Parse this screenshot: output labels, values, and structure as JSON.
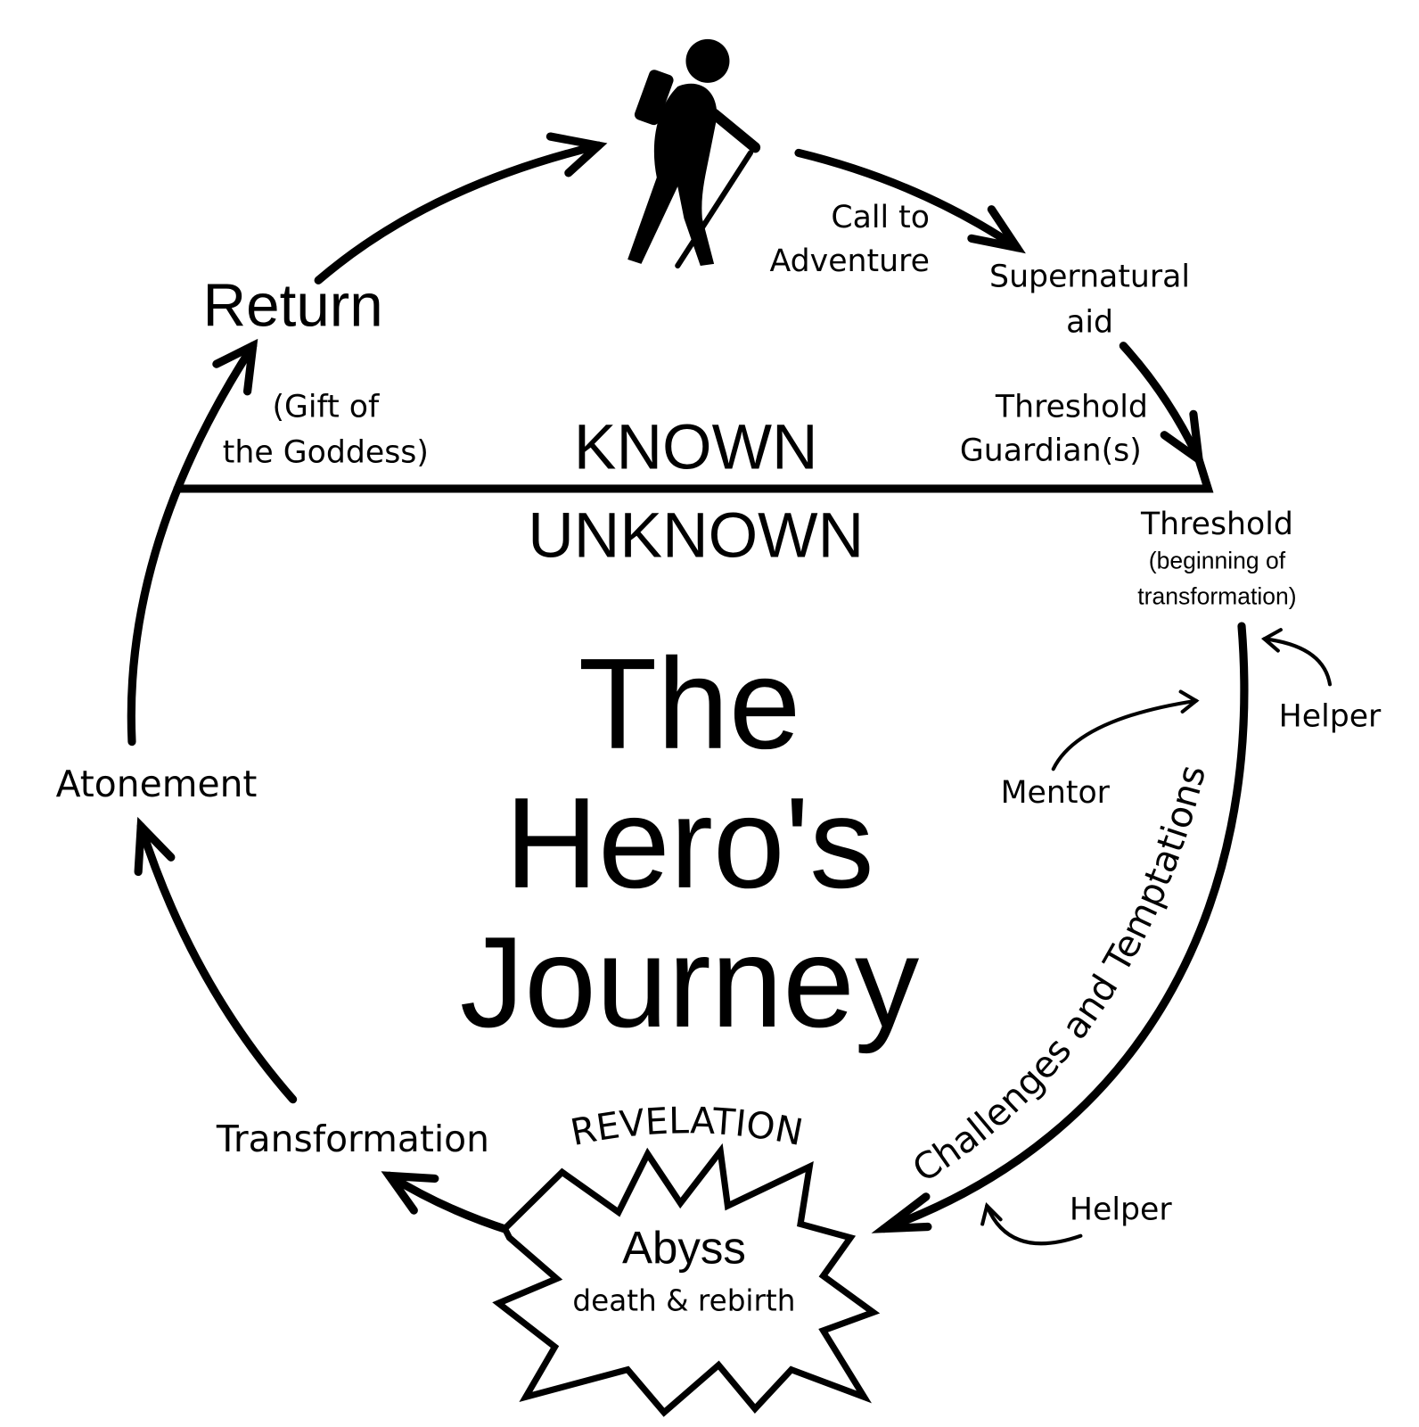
{
  "title": [
    "The",
    "Hero's",
    "Journey"
  ],
  "divider": {
    "known": "KNOWN",
    "unknown": "UNKNOWN"
  },
  "stages": {
    "call": [
      "Call to",
      "Adventure"
    ],
    "supernatural": [
      "Supernatural",
      "aid"
    ],
    "guardians": [
      "Threshold",
      "Guardian(s)"
    ],
    "threshold": "Threshold",
    "threshold_note": [
      "(beginning of",
      "transformation)"
    ],
    "challenges": "Challenges and Temptations",
    "mentor": "Mentor",
    "helper_top": "Helper",
    "helper_bottom": "Helper",
    "revelation": "REVELATION",
    "abyss": "Abyss",
    "abyss_note": "death & rebirth",
    "transformation": "Transformation",
    "atonement": "Atonement",
    "return": "Return",
    "gift": [
      "(Gift of",
      "the Goddess)"
    ]
  },
  "icons": {
    "hero": "hiker-icon"
  },
  "colors": {
    "ink": "#000000",
    "background": "#ffffff"
  }
}
